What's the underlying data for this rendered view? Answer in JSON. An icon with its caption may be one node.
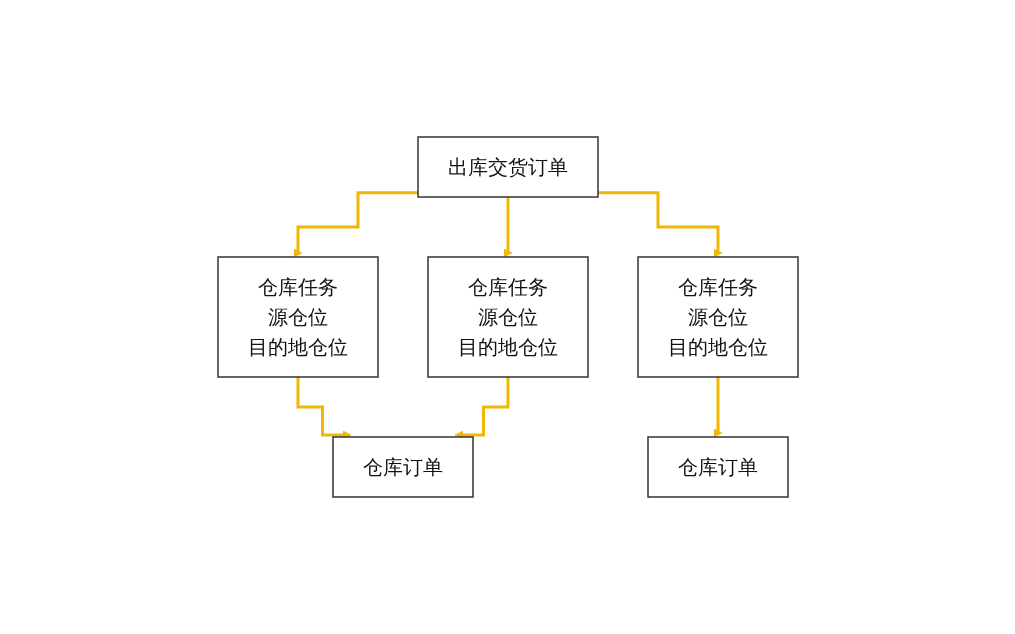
{
  "diagram": {
    "nodes": [
      {
        "text": [
          "出库交货订单"
        ]
      },
      {
        "text": [
          "仓库任务",
          "源仓位",
          "目的地仓位"
        ]
      },
      {
        "text": [
          "仓库任务",
          "源仓位",
          "目的地仓位"
        ]
      },
      {
        "text": [
          "仓库任务",
          "源仓位",
          "目的地仓位"
        ]
      },
      {
        "text": [
          "仓库订单"
        ]
      },
      {
        "text": [
          "仓库订单"
        ]
      }
    ],
    "edges": [
      {
        "from": 0,
        "to": 1,
        "arrow": "to"
      },
      {
        "from": 0,
        "to": 2,
        "arrow": "to"
      },
      {
        "from": 0,
        "to": 3,
        "arrow": "to"
      },
      {
        "from": 1,
        "to": 4,
        "arrow": "to"
      },
      {
        "from": 2,
        "to": 4,
        "arrow": "to"
      },
      {
        "from": 3,
        "to": 5,
        "arrow": "to"
      }
    ]
  }
}
